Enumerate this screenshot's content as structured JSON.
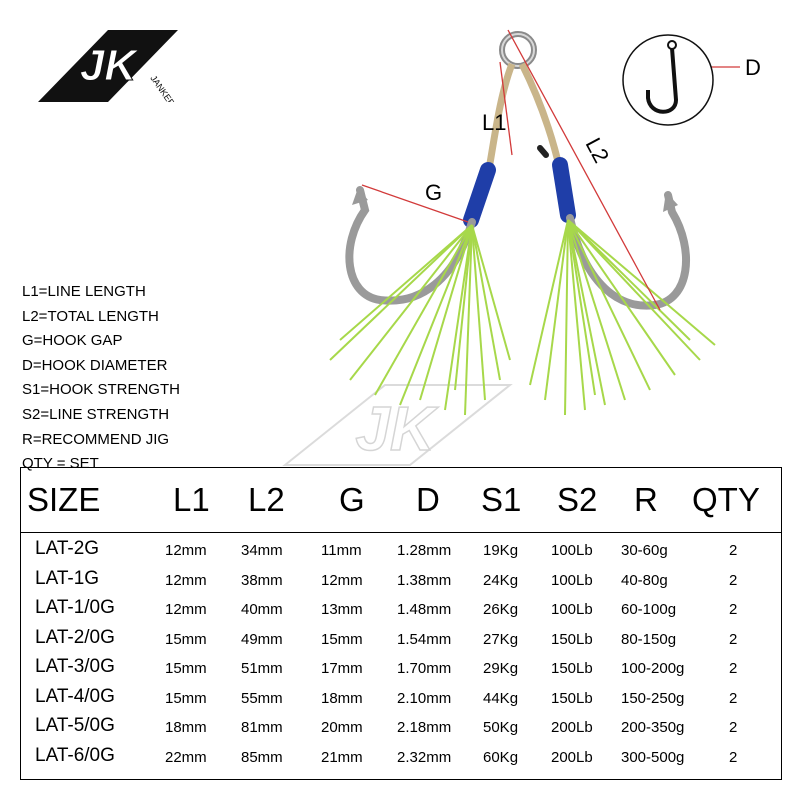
{
  "brand": {
    "logo_letters": "JK",
    "logo_word": "JANKER"
  },
  "diagram_labels": {
    "l1": "L1",
    "l2": "L2",
    "g": "G",
    "d": "D"
  },
  "legend": [
    "L1=LINE LENGTH",
    "L2=TOTAL LENGTH",
    "G=HOOK GAP",
    "D=HOOK DIAMETER",
    "S1=HOOK STRENGTH",
    "S2=LINE STRENGTH",
    "R=RECOMMEND JIG",
    "QTY = SET"
  ],
  "table": {
    "headers": [
      "SIZE",
      "L1",
      "L2",
      "G",
      "D",
      "S1",
      "S2",
      "R",
      "QTY"
    ],
    "rows": [
      [
        "LAT-2G",
        "12mm",
        "34mm",
        "11mm",
        "1.28mm",
        "19Kg",
        "100Lb",
        "30-60g",
        "2"
      ],
      [
        "LAT-1G",
        "12mm",
        "38mm",
        "12mm",
        "1.38mm",
        "24Kg",
        "100Lb",
        "40-80g",
        "2"
      ],
      [
        "LAT-1/0G",
        "12mm",
        "40mm",
        "13mm",
        "1.48mm",
        "26Kg",
        "100Lb",
        "60-100g",
        "2"
      ],
      [
        "LAT-2/0G",
        "15mm",
        "49mm",
        "15mm",
        "1.54mm",
        "27Kg",
        "150Lb",
        "80-150g",
        "2"
      ],
      [
        "LAT-3/0G",
        "15mm",
        "51mm",
        "17mm",
        "1.70mm",
        "29Kg",
        "150Lb",
        "100-200g",
        "2"
      ],
      [
        "LAT-4/0G",
        "15mm",
        "55mm",
        "18mm",
        "2.10mm",
        "44Kg",
        "150Lb",
        "150-250g",
        "2"
      ],
      [
        "LAT-5/0G",
        "18mm",
        "81mm",
        "20mm",
        "2.18mm",
        "50Kg",
        "200Lb",
        "200-350g",
        "2"
      ],
      [
        "LAT-6/0G",
        "22mm",
        "85mm",
        "21mm",
        "2.32mm",
        "60Kg",
        "200Lb",
        "300-500g",
        "2"
      ]
    ]
  }
}
